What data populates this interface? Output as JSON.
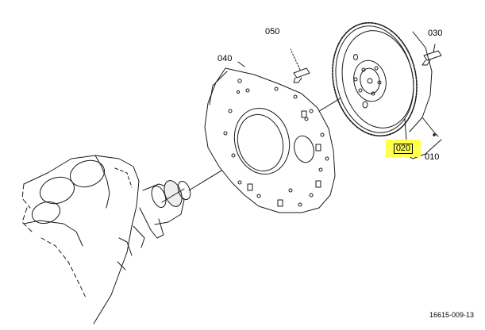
{
  "labels": {
    "p050": "050",
    "p040": "040",
    "p030": "030",
    "p020": "020",
    "p010": "010"
  },
  "catalog_code": "16615-009-13",
  "colors": {
    "highlight": "#ffff4d",
    "line": "#1a1a1a",
    "background": "#ffffff"
  }
}
